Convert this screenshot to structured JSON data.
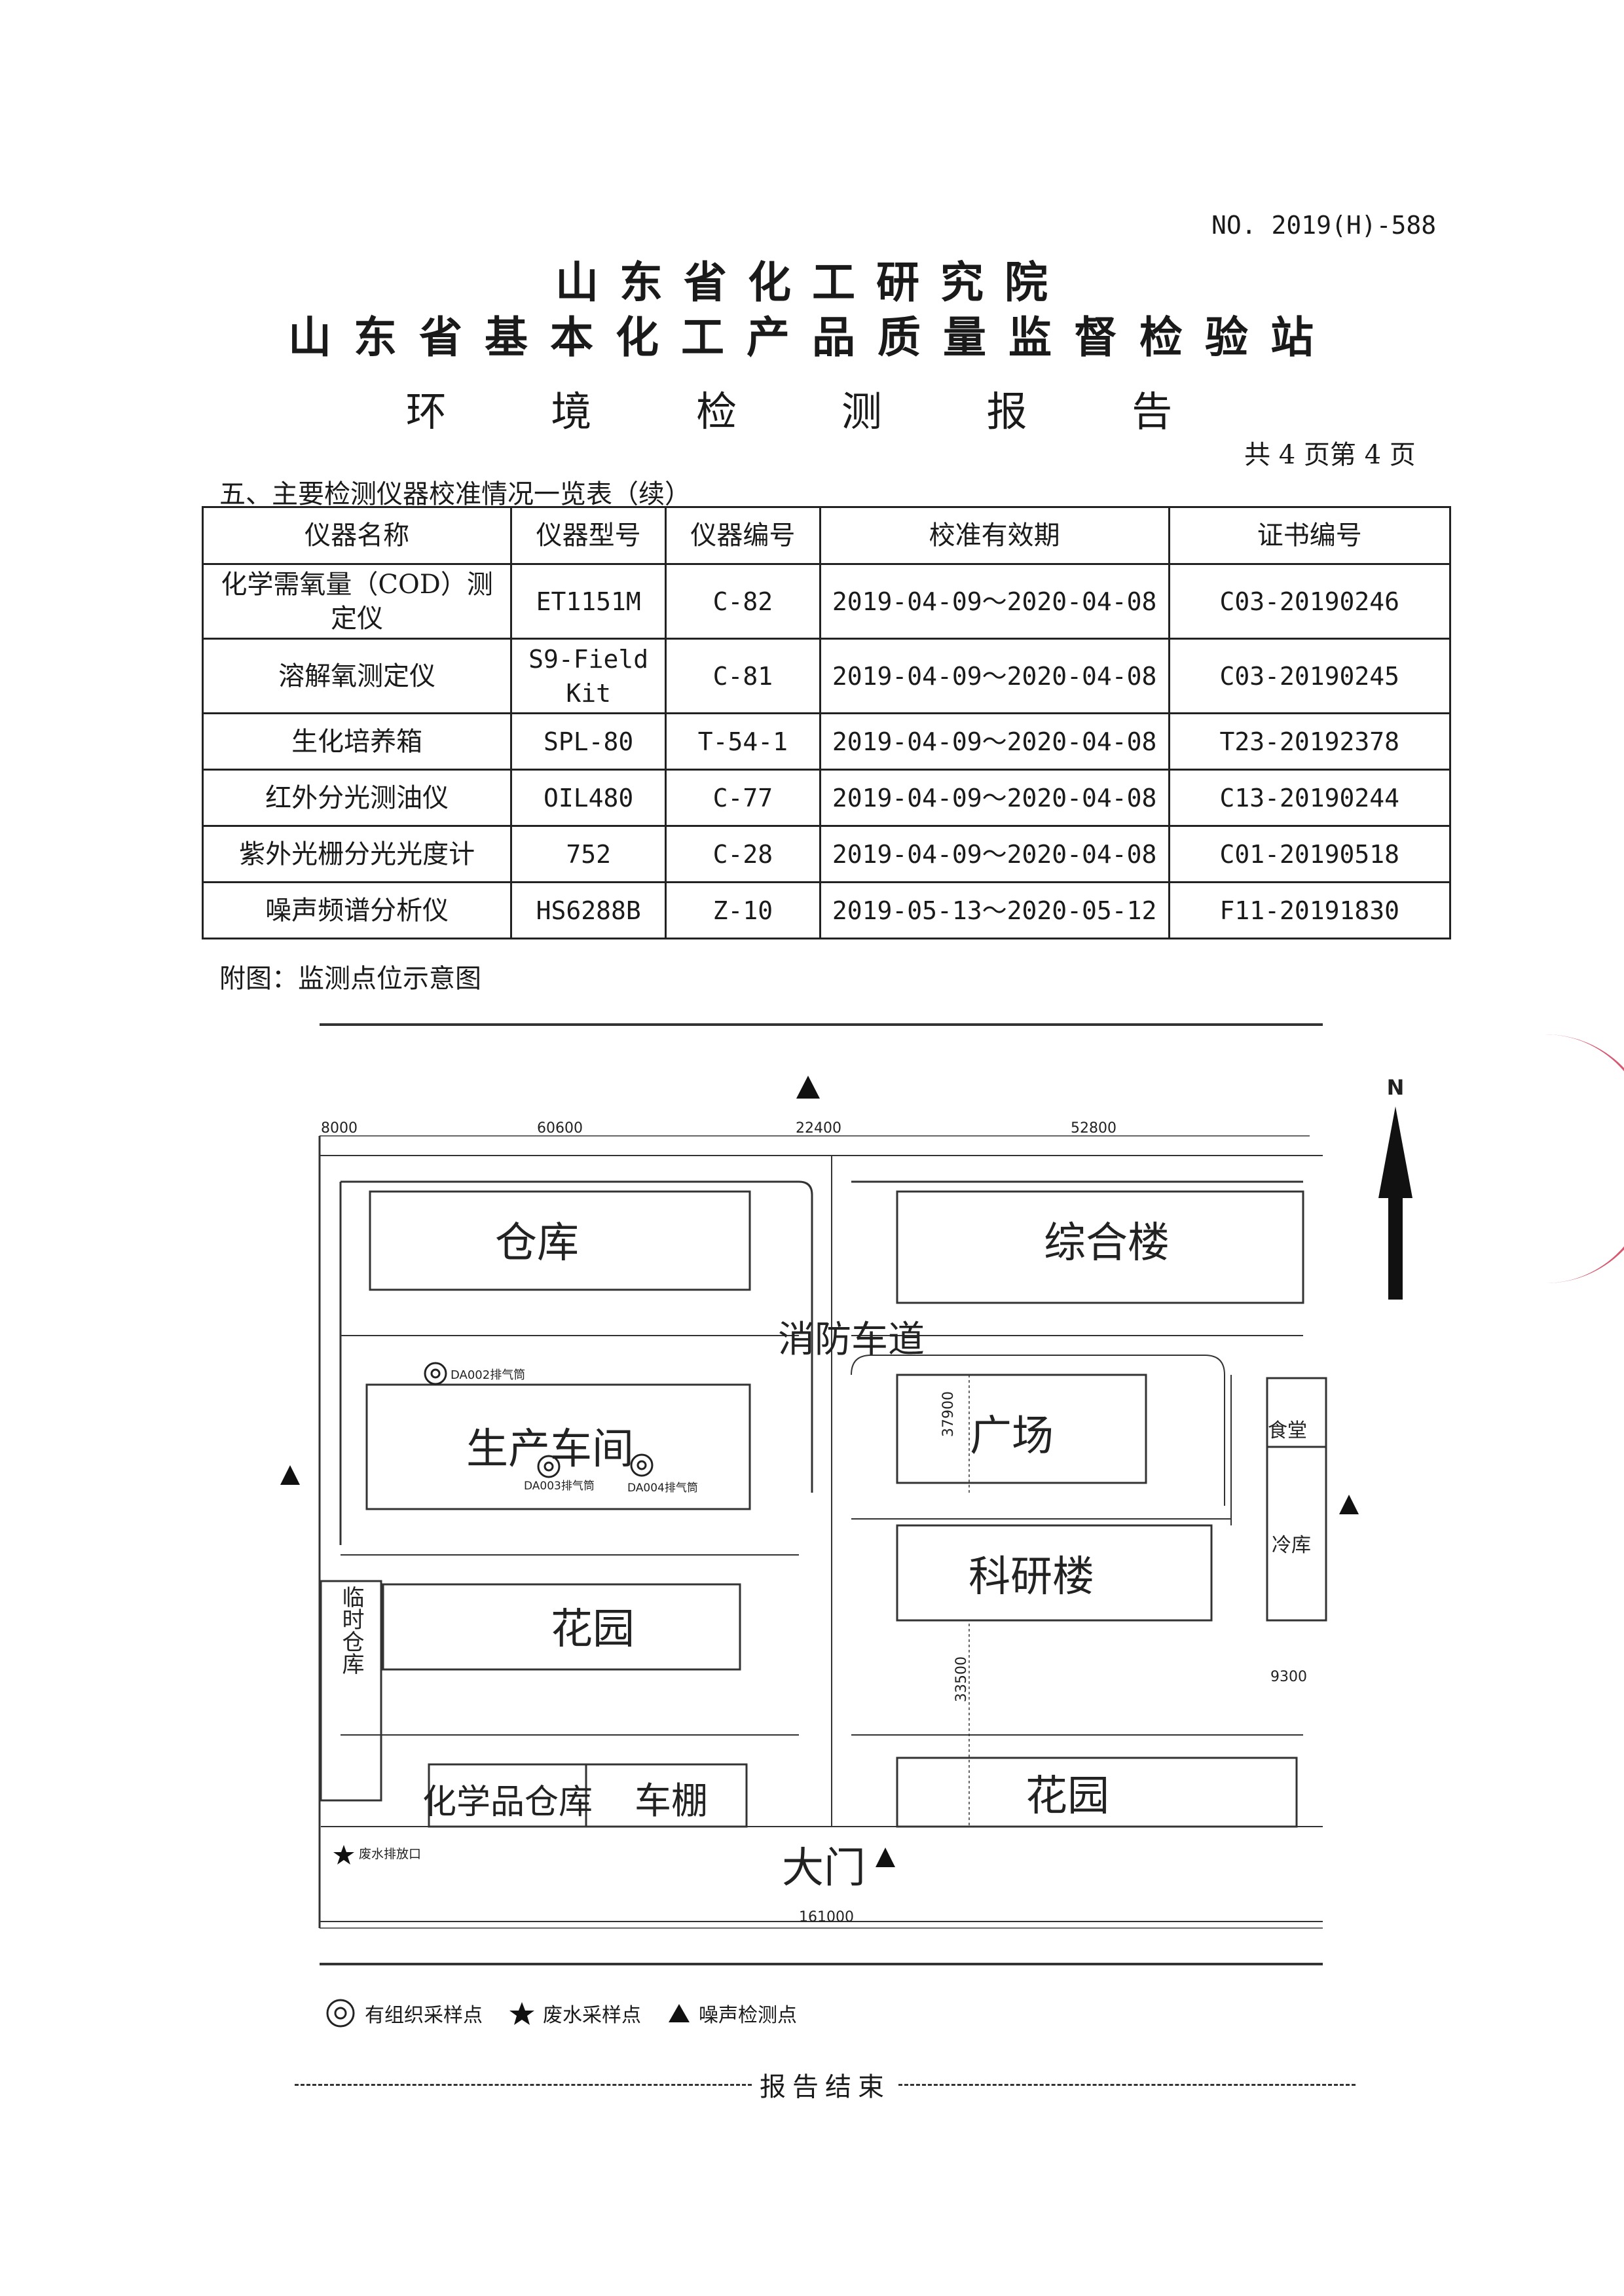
{
  "header": {
    "report_no": "NO. 2019(H)-588",
    "org1": "山东省化工研究院",
    "org2": "山东省基本化工产品质量监督检验站",
    "title": "环 境 检 测 报 告",
    "page_info": "共 4 页第 4 页"
  },
  "section_title": "五、主要检测仪器校准情况一览表（续）",
  "table": {
    "headers": [
      "仪器名称",
      "仪器型号",
      "仪器编号",
      "校准有效期",
      "证书编号"
    ],
    "rows": [
      [
        "化学需氧量（COD）测定仪",
        "ET1151M",
        "C-82",
        "2019-04-09～2020-04-08",
        "C03-20190246"
      ],
      [
        "溶解氧测定仪",
        "S9-Field Kit",
        "C-81",
        "2019-04-09～2020-04-08",
        "C03-20190245"
      ],
      [
        "生化培养箱",
        "SPL-80",
        "T-54-1",
        "2019-04-09～2020-04-08",
        "T23-20192378"
      ],
      [
        "红外分光测油仪",
        "OIL480",
        "C-77",
        "2019-04-09～2020-04-08",
        "C13-20190244"
      ],
      [
        "紫外光栅分光光度计",
        "752",
        "C-28",
        "2019-04-09～2020-04-08",
        "C01-20190518"
      ],
      [
        "噪声频谱分析仪",
        "HS6288B",
        "Z-10",
        "2019-05-13～2020-05-12",
        "F11-20191830"
      ]
    ]
  },
  "figure_caption": "附图：监测点位示意图",
  "map": {
    "north": "N",
    "dims": {
      "d1": "8000",
      "d2": "60600",
      "d3": "22400",
      "d4": "52800",
      "d5": "37900",
      "d6": "33500",
      "d7": "9300",
      "d8": "161000"
    },
    "labels": {
      "warehouse": "仓库",
      "office": "综合楼",
      "fire_lane": "消防车道",
      "workshop": "生产车间",
      "plaza": "广场",
      "canteen": "食堂",
      "cold_storage": "冷库",
      "research": "科研楼",
      "garden_left": "花园",
      "temp_storage": "临时仓库",
      "chem_storage": "化学品仓库",
      "carport": "车棚",
      "garden_right": "花园",
      "gate": "大门",
      "da002": "DA002排气筒",
      "da003": "DA003排气筒",
      "da004": "DA004排气筒",
      "outfall": "废水排放口"
    }
  },
  "legend": {
    "organized": "有组织采样点",
    "wastewater": "废水采样点",
    "noise": "噪声检测点"
  },
  "end_text": "报告结束"
}
